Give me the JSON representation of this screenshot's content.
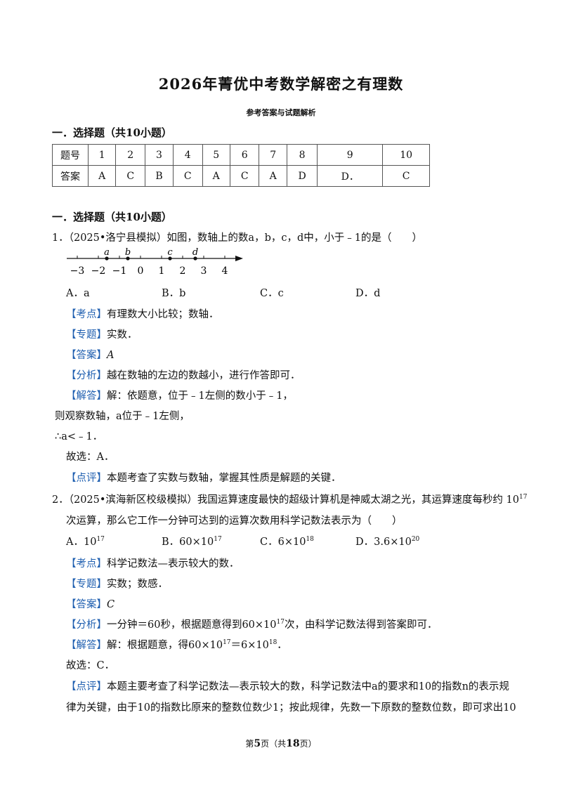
{
  "header": {
    "title": "2026年菁优中考数学解密之有理数",
    "subtitle": "参考答案与试题解析"
  },
  "section1": {
    "heading": "一．选择题（共10小题）"
  },
  "answer_table": {
    "row_headers": [
      "题号",
      "答案"
    ],
    "numbers": [
      "1",
      "2",
      "3",
      "4",
      "5",
      "6",
      "7",
      "8",
      "9",
      "10"
    ],
    "answers": [
      "A",
      "C",
      "B",
      "C",
      "A",
      "C",
      "A",
      "D",
      "D．",
      "C"
    ]
  },
  "section2": {
    "heading": "一．选择题（共10小题）"
  },
  "q1": {
    "stem": "1．（2025•洛宁县模拟）如图，数轴上的数a，b，c，d中，小于﹣1的是（　　）",
    "axis": {
      "ticks": [
        "−3",
        "−2",
        "−1",
        "0",
        "1",
        "2",
        "3",
        "4"
      ],
      "points": [
        {
          "label": "a",
          "value": -1.6
        },
        {
          "label": "b",
          "value": -0.6
        },
        {
          "label": "c",
          "value": 1.4
        },
        {
          "label": "d",
          "value": 2.6
        }
      ]
    },
    "options": [
      "A．a",
      "B．b",
      "C．c",
      "D．d"
    ],
    "kaodian_tag": "【考点】",
    "kaodian": "有理数大小比较；数轴．",
    "zhuanti_tag": "【专题】",
    "zhuanti": "实数．",
    "daan_tag": "【答案】",
    "daan": "A",
    "fenxi_tag": "【分析】",
    "fenxi": "越在数轴的左边的数越小，进行作答即可．",
    "jieda_tag": "【解答】",
    "jieda": "解：依题意，位于﹣1左侧的数小于﹣1，",
    "jieda2": "则观察数轴，a位于﹣1左侧，",
    "jieda3": "∴a<﹣1．",
    "guxuan": "故选：A．",
    "dianping_tag": "【点评】",
    "dianping": "本题考查了实数与数轴，掌握其性质是解题的关键．"
  },
  "q2": {
    "stem_a": "2．（2025•滨海新区校级模拟）我国运算速度最快的超级计算机是神威太湖之光，其运算速度每秒约",
    "stem_base": "10",
    "stem_exp": "17",
    "stem_b": "次运算，那么它工作一分钟可达到的运算次数用科学记数法表示为（　　）",
    "options": [
      {
        "prefix": "A．",
        "base": "10",
        "exp": "17"
      },
      {
        "prefix": "B．",
        "base": "60×10",
        "exp": "17"
      },
      {
        "prefix": "C．",
        "base": "6×10",
        "exp": "18"
      },
      {
        "prefix": "D．",
        "base": "3.6×10",
        "exp": "20"
      }
    ],
    "kaodian_tag": "【考点】",
    "kaodian": "科学记数法—表示较大的数．",
    "zhuanti_tag": "【专题】",
    "zhuanti": "实数；数感．",
    "daan_tag": "【答案】",
    "daan": "C",
    "fenxi_tag": "【分析】",
    "fenxi_a": "一分钟＝60秒，根据题意得到60×10",
    "fenxi_exp": "17",
    "fenxi_b": "次，由科学记数法得到答案即可．",
    "jieda_tag": "【解答】",
    "jieda_a": "解：根据题意，得60×10",
    "jieda_exp1": "17",
    "jieda_b": "＝6×10",
    "jieda_exp2": "18",
    "jieda_c": "．",
    "guxuan": "故选：C．",
    "dianping_tag": "【点评】",
    "dianping1": "本题主要考查了科学记数法—表示较大的数，科学记数法中a的要求和10的指数n的表示规",
    "dianping2": "律为关键，由于10的指数比原来的整数位数少1；按此规律，先数一下原数的整数位数，即可求出10"
  },
  "footer": {
    "prefix": "第",
    "page": "5",
    "mid": "页（共",
    "total": "18",
    "suffix": "页）"
  }
}
